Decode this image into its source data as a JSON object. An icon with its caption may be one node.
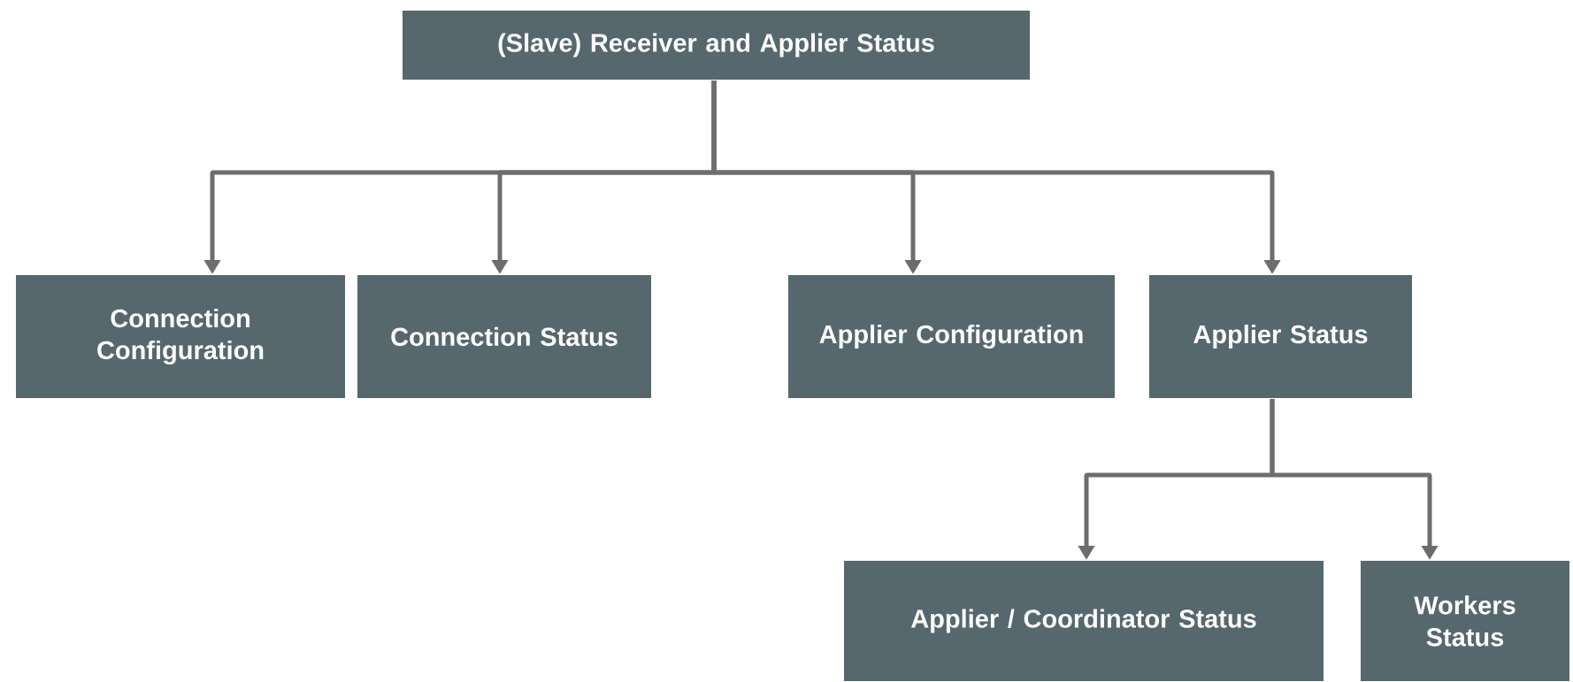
{
  "diagram": {
    "nodes": [
      {
        "text": [
          "(Slave) Receiver and Applier Status"
        ]
      },
      {
        "text": [
          "Connection Configuration"
        ]
      },
      {
        "text": [
          "Connection Status"
        ]
      },
      {
        "text": [
          "Applier Configuration"
        ]
      },
      {
        "text": [
          "Applier Status"
        ]
      },
      {
        "text": [
          "Applier / Coordinator Status"
        ]
      },
      {
        "text": [
          "Workers Status"
        ]
      }
    ],
    "edges": [
      {
        "from": 0,
        "to": 1,
        "arrow": "to"
      },
      {
        "from": 0,
        "to": 2,
        "arrow": "to"
      },
      {
        "from": 0,
        "to": 3,
        "arrow": "to"
      },
      {
        "from": 0,
        "to": 4,
        "arrow": "to"
      },
      {
        "from": 4,
        "to": 5,
        "arrow": "to"
      },
      {
        "from": 4,
        "to": 6,
        "arrow": "to"
      }
    ]
  }
}
